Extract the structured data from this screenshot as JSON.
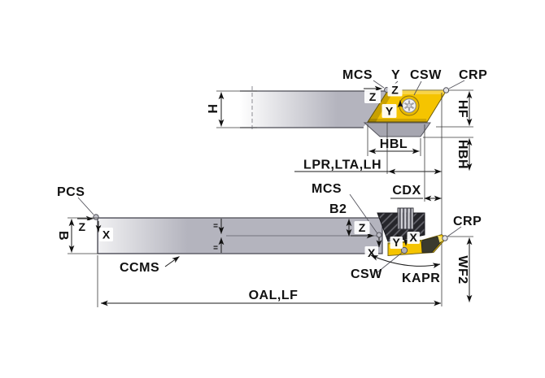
{
  "side_view": {
    "mcs": "MCS",
    "y_axis": "Y",
    "csw": "CSW",
    "crp": "CRP",
    "z_ref": "Z",
    "z_insert": "Z",
    "y_insert": "Y",
    "dim_h": "H",
    "dim_hf": "HF",
    "dim_hbl": "HBL",
    "dim_hbh": "HBH",
    "dim_lpr": "LPR,LTA,LH"
  },
  "plan_view": {
    "pcs": "PCS",
    "dim_b": "B",
    "z_pcs": "Z",
    "x_pcs": "X",
    "equal_top": "=",
    "equal_bottom": "=",
    "ccms": "CCMS",
    "dim_oal": "OAL,LF",
    "mcs": "MCS",
    "dim_b2": "B2",
    "dim_cdx": "CDX",
    "z_mcs": "Z",
    "x_mcs": "X",
    "x_tip": "X",
    "y_tip": "Y",
    "csw": "CSW",
    "kapr": "KAPR",
    "crp": "CRP",
    "dim_wf2": "WF2"
  },
  "colors": {
    "insert_yellow": "#f5c400",
    "shank_gray": "#b4b4be",
    "heel_gray": "#a6a6b0",
    "clamp_dark": "#26262b",
    "line": "#1a1a1a"
  }
}
